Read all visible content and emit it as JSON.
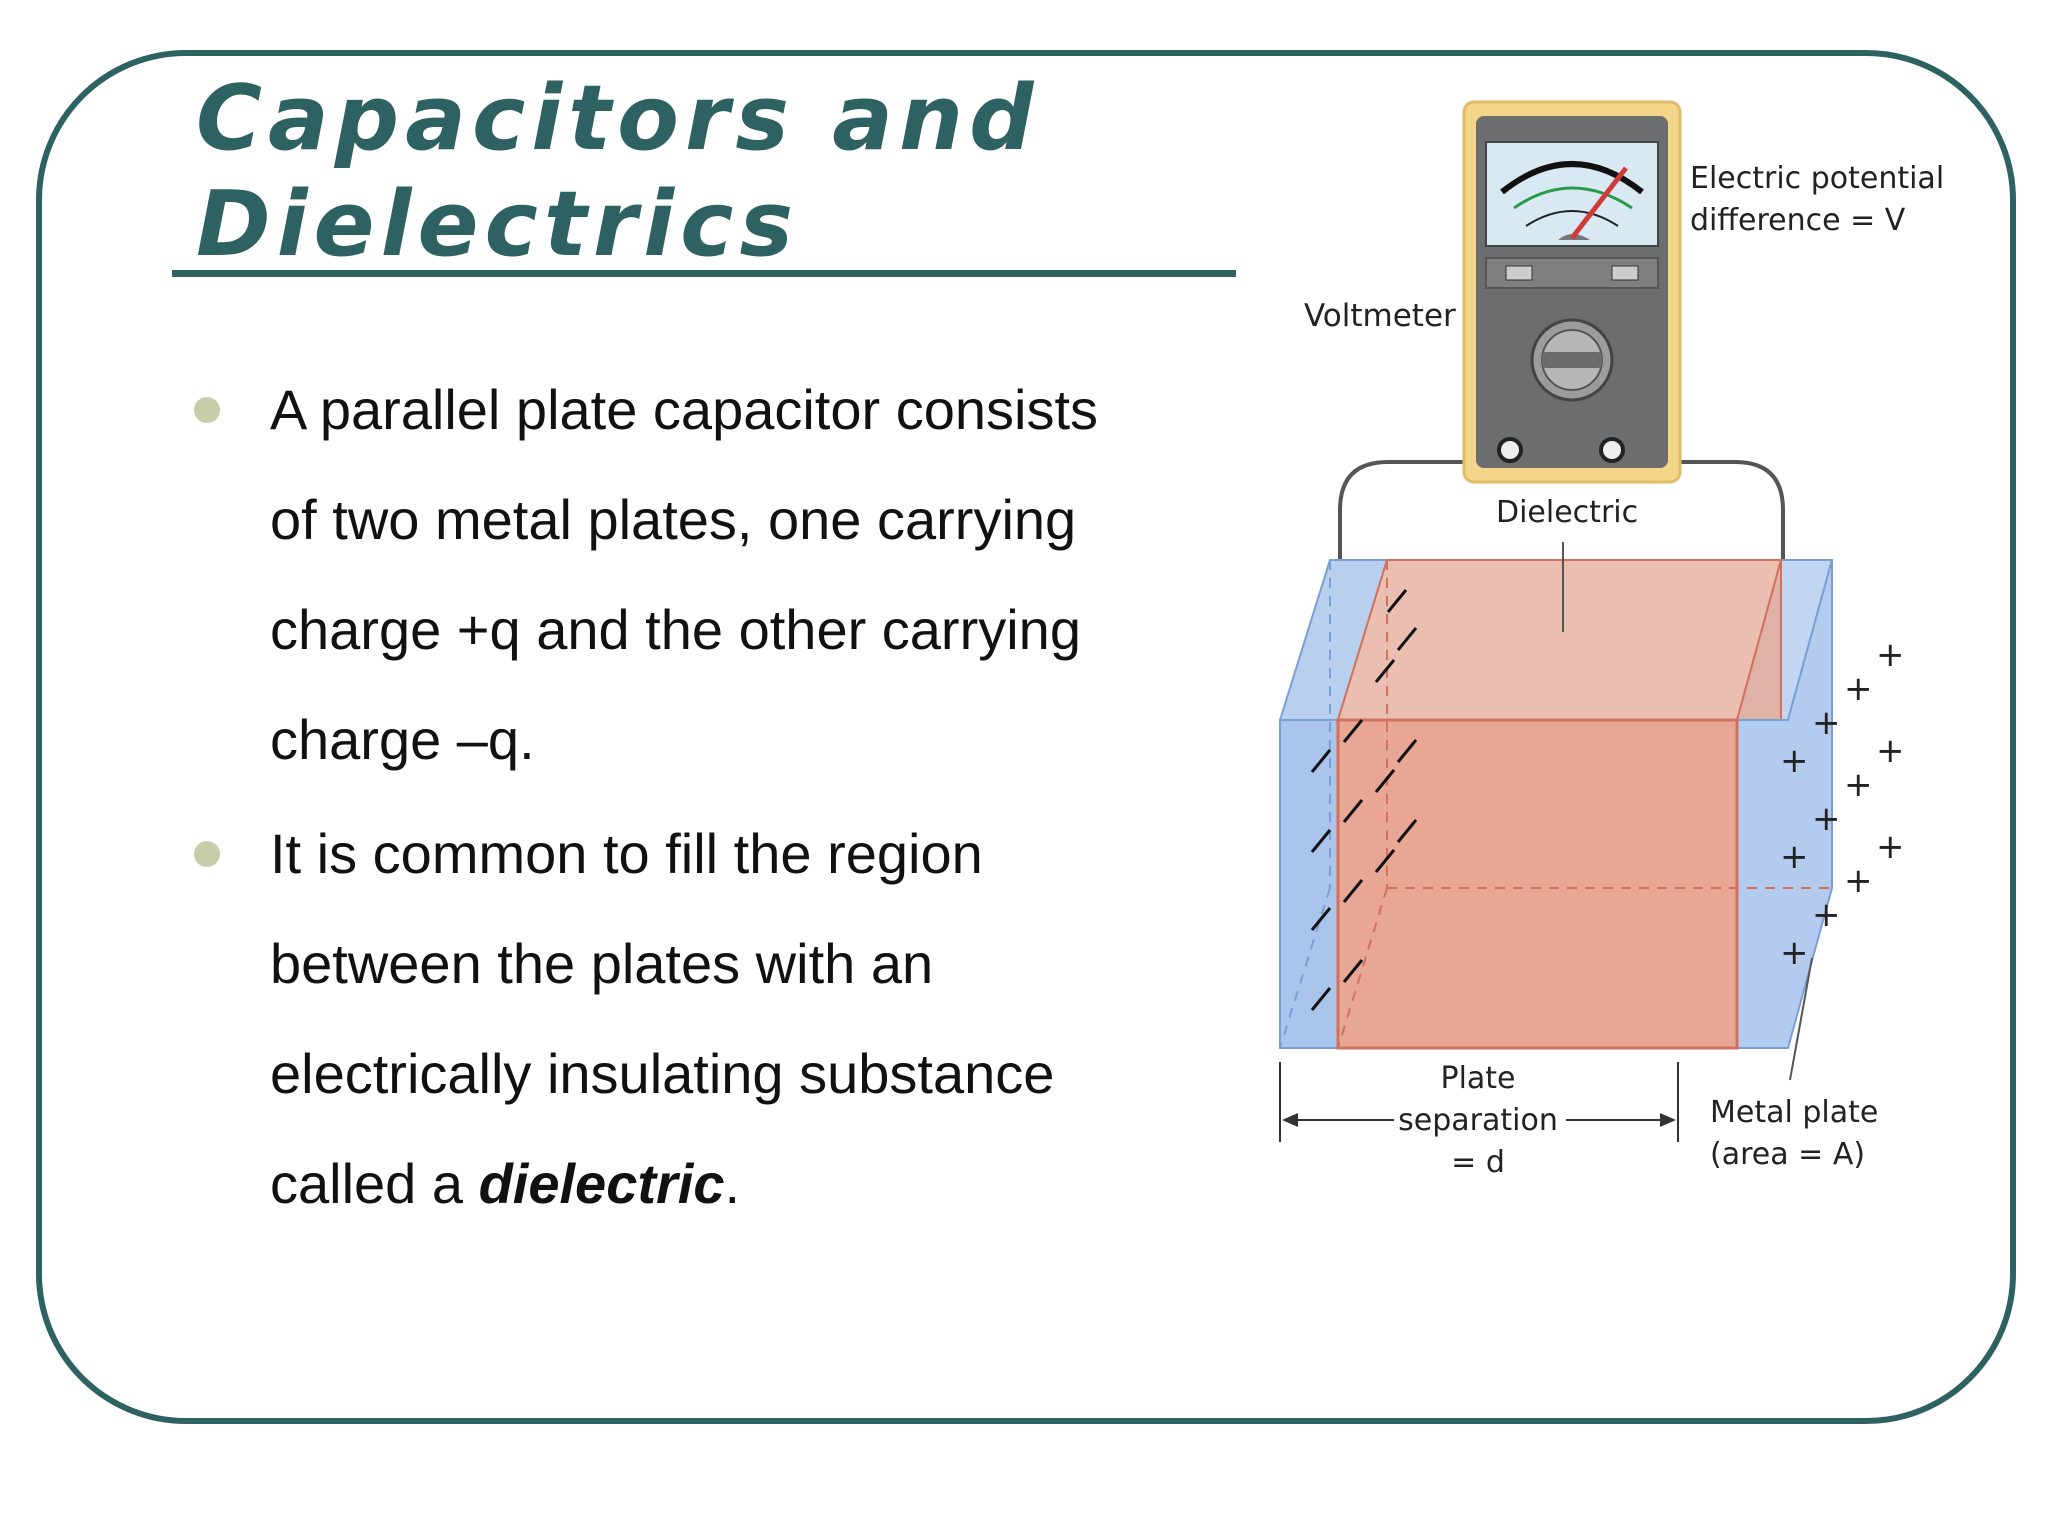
{
  "slide": {
    "title_line1": "Capacitors and",
    "title_line2": "Dielectrics",
    "bullets": [
      {
        "lines": [
          "A parallel plate capacitor consists",
          "of two metal plates, one carrying",
          "charge +q and the other carrying",
          "charge –q."
        ]
      },
      {
        "lines": [
          "It is common to fill the region",
          "between the plates with an",
          "electrically insulating substance"
        ],
        "last_prefix": "called a ",
        "last_emphasis": "dielectric",
        "last_suffix": "."
      }
    ]
  },
  "figure": {
    "voltmeter_label": "Voltmeter",
    "potential_label_line1": "Electric potential",
    "potential_label_line2": "difference = V",
    "dielectric_label": "Dielectric",
    "separation_label_line1": "Plate",
    "separation_label_line2": "separation",
    "separation_label_line3": "= d",
    "metal_plate_label_line1": "Metal plate",
    "metal_plate_label_line2": "(area = A)",
    "plus_sign": "+",
    "colors": {
      "frame": "#2e6262",
      "dielectric": "#e9a898",
      "plate": "#b8cfee",
      "voltmeter_body": "#f3d68a",
      "voltmeter_face": "#6b6d6e"
    }
  }
}
